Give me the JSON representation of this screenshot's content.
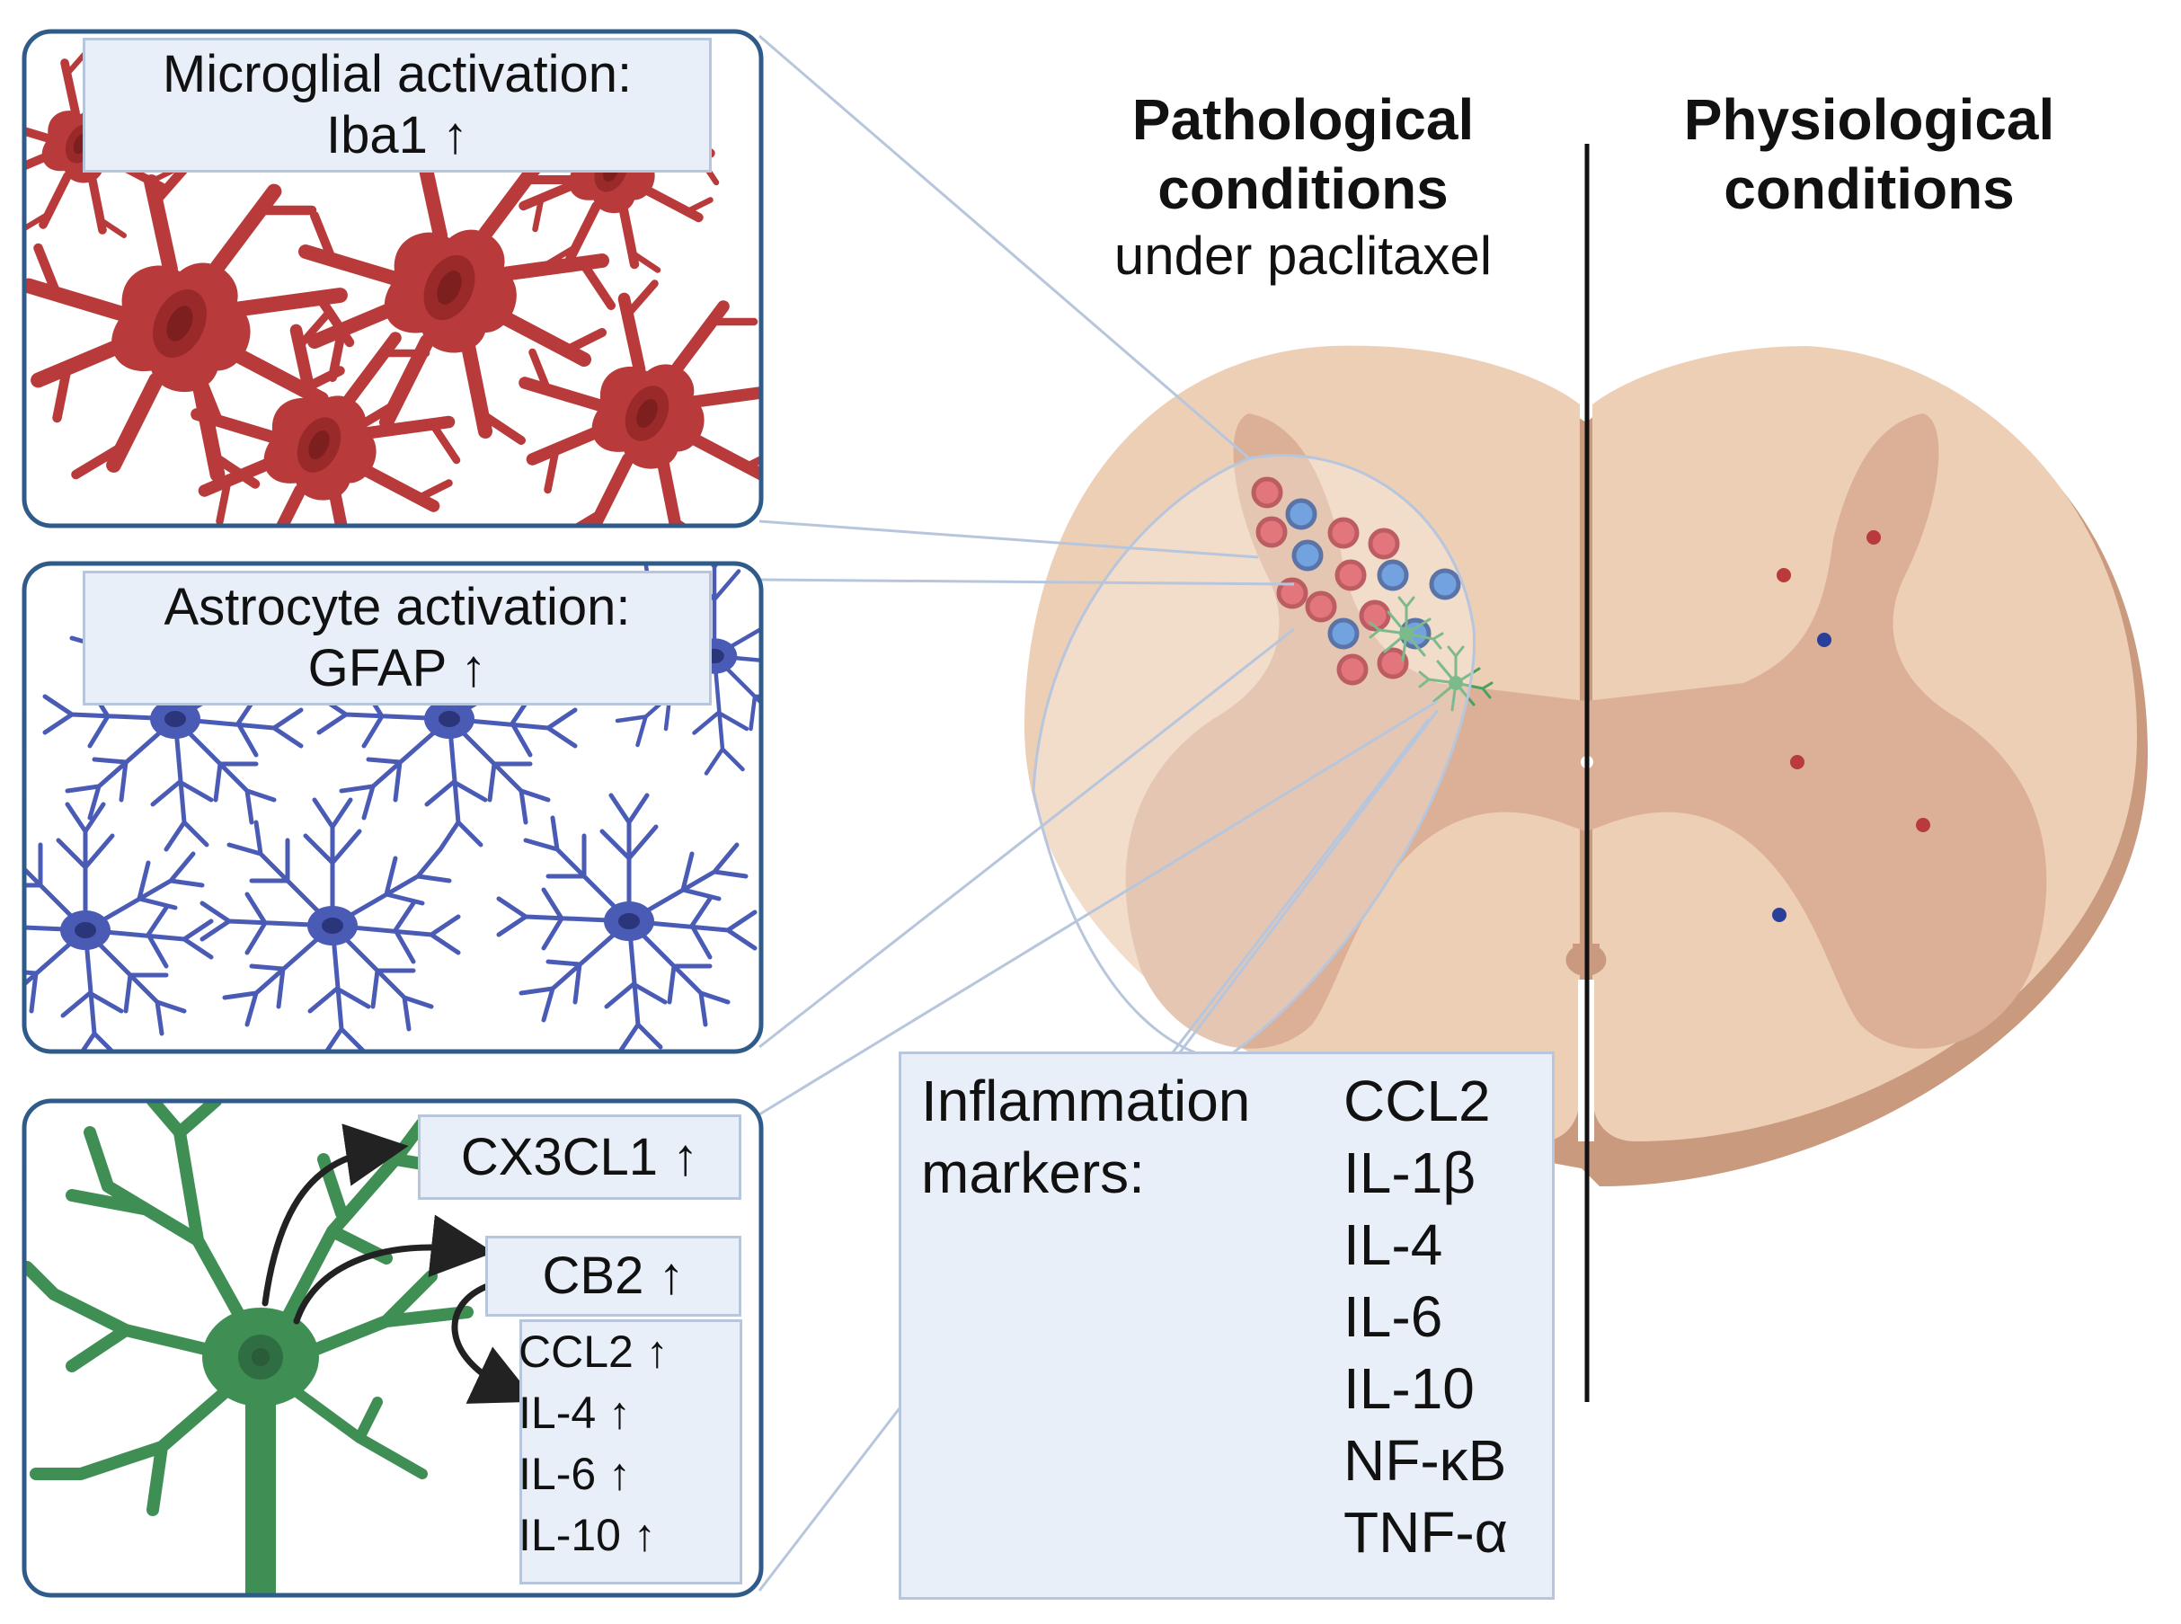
{
  "headings": {
    "pathological_title": "Pathological conditions",
    "pathological_subtitle": "under paclitaxel",
    "physiological_title": "Physiological conditions"
  },
  "microglia": {
    "label": "Microglial activation:",
    "marker": "Iba1 ↑",
    "color": "#b83a3a"
  },
  "astrocyte": {
    "label": "Astrocyte activation:",
    "marker": "GFAP ↑",
    "color": "#4a5bb5"
  },
  "neuron": {
    "color": "#3f8f55",
    "outputs": [
      "CX3CL1 ↑",
      "CB2 ↑"
    ],
    "cytokines": [
      "CCL2 ↑",
      "IL-4 ↑",
      "IL-6 ↑",
      "IL-10 ↑"
    ]
  },
  "inflammation": {
    "title_line1": "Inflammation",
    "title_line2": "markers:",
    "markers": [
      "CCL2",
      "IL-1β",
      "IL-4",
      "IL-6",
      "IL-10",
      "NF-κB",
      "TNF-α"
    ]
  },
  "colors": {
    "panel_border": "#2f5b8a",
    "label_fill": "#e8eff8",
    "white_matter": "#edcfb6",
    "grey_matter": "#dcb096",
    "cord_edge": "#c99a7e"
  }
}
